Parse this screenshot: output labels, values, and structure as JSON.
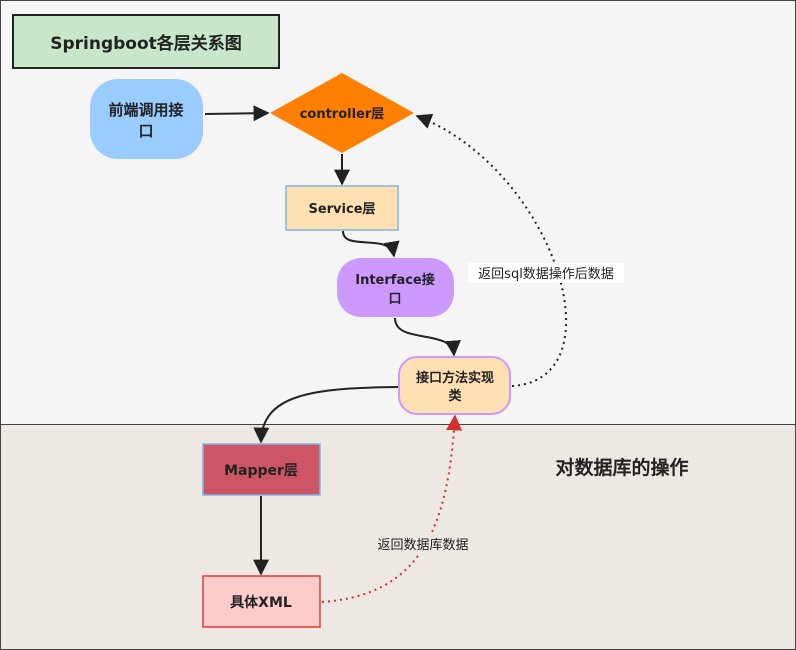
{
  "title": "Springboot各层关系图",
  "nodes": {
    "frontend": "前端调用接口",
    "frontend_line1": "前端调用接",
    "frontend_line2": "口",
    "controller": "controller层",
    "service": "Service层",
    "interface_line1": "Interface接",
    "interface_line2": "口",
    "impl_line1": "接口方法实现",
    "impl_line2": "类",
    "mapper": "Mapper层",
    "xml": "具体XML"
  },
  "labels": {
    "return_sql": "返回sql数据操作后数据",
    "return_db": "返回数据库数据",
    "db_region": "对数据库的操作"
  },
  "colors": {
    "upper_bg": "#f5f5f5",
    "lower_bg": "#ede8e2",
    "title_fill": "#c8e6c9",
    "frontend_fill": "#99ccff",
    "controller_fill": "#ff8000",
    "service_fill": "#ffe0b2",
    "interface_fill": "#cc99ff",
    "impl_fill": "#ffe0b2",
    "mapper_fill": "#cc5566",
    "xml_fill": "#ffcccc",
    "red_arrow": "#d32f2f"
  }
}
